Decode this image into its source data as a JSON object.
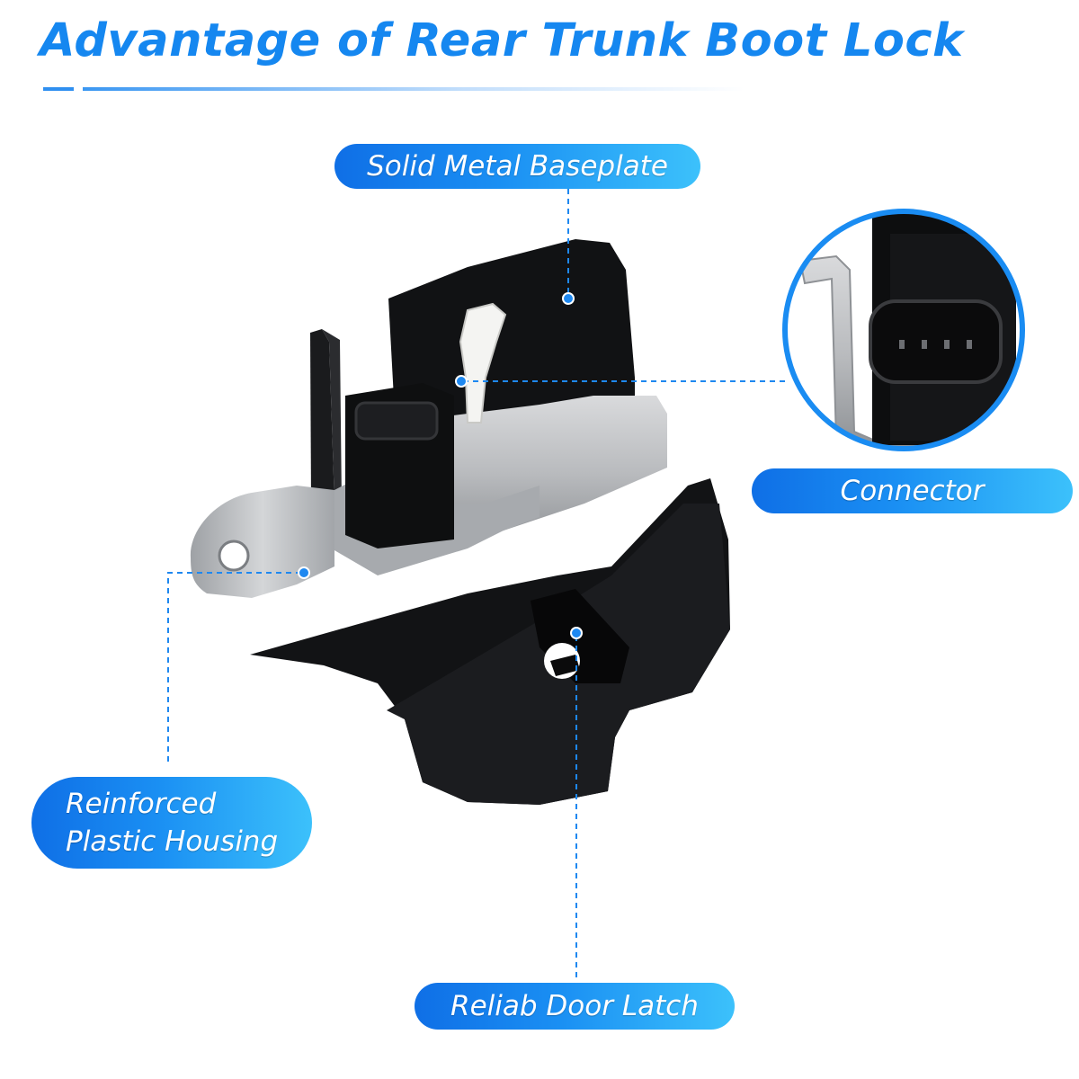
{
  "title": "Advantage of Rear Trunk Boot Lock",
  "callouts": {
    "baseplate": "Solid Metal Baseplate",
    "connector": "Connector",
    "housing_line1": "Reinforced",
    "housing_line2": "Plastic Housing",
    "latch": "Reliab Door Latch"
  },
  "colors": {
    "title": "#1587f0",
    "pill_start": "#0f6fe6",
    "pill_end": "#3cc1fb",
    "leader_line": "#1e88f0",
    "zoom_ring": "#1a8cf2"
  }
}
